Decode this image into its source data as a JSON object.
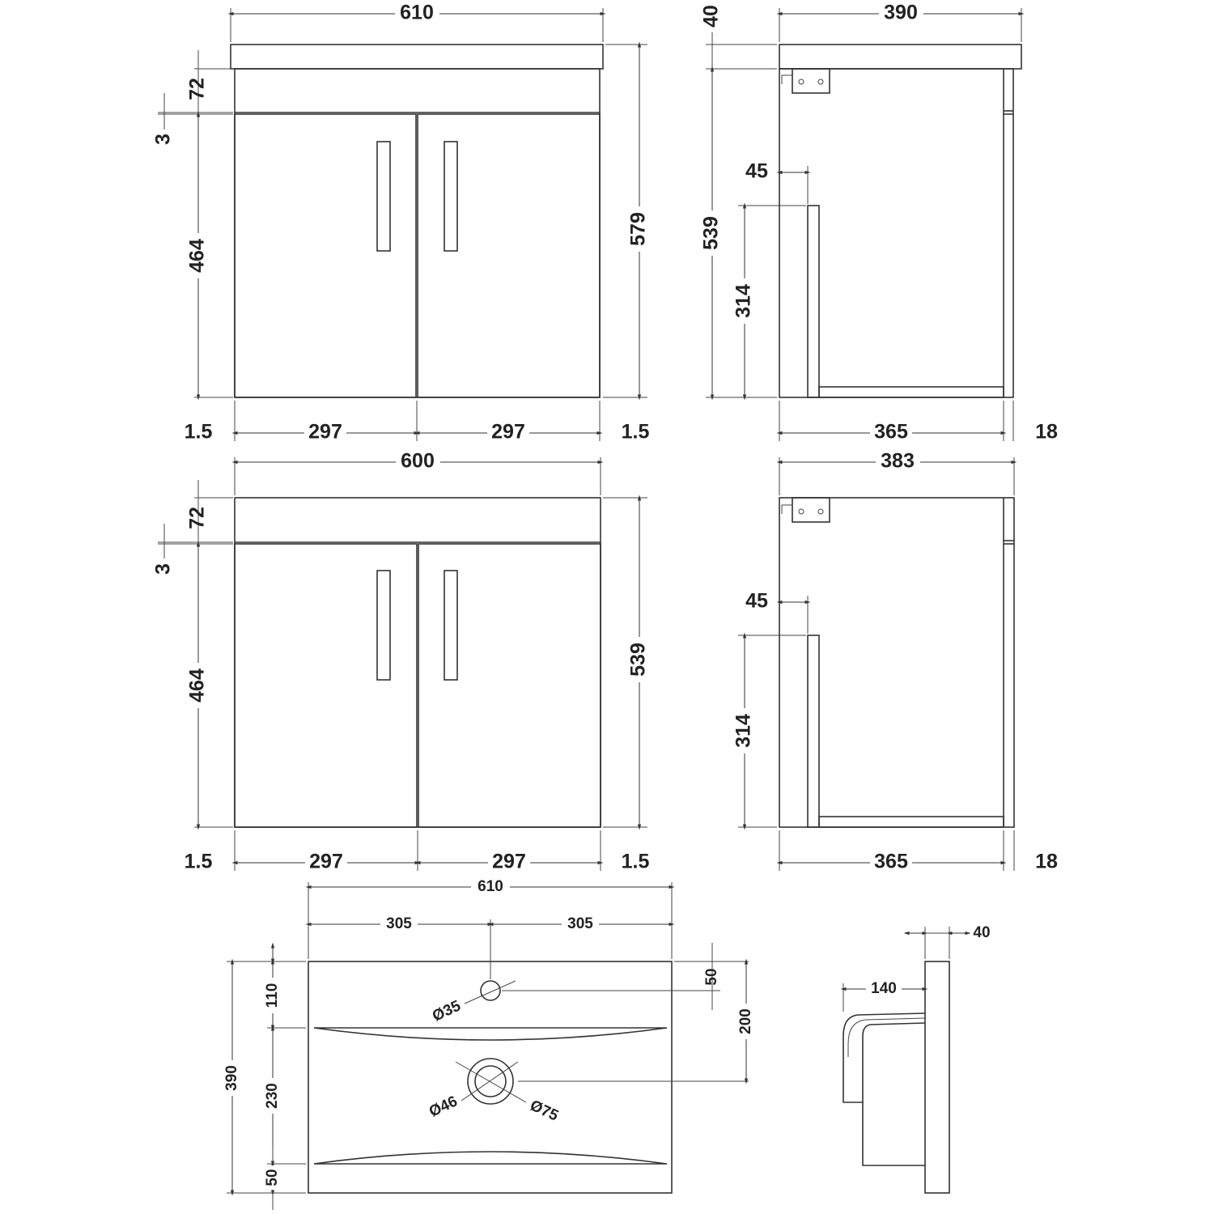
{
  "front_view_with_top": {
    "width": "610",
    "height": "579",
    "top_rail": "72",
    "gap": "3",
    "door_height": "464",
    "left_gap": "1.5",
    "door_left": "297",
    "door_right": "297",
    "right_gap": "1.5"
  },
  "side_view_with_top": {
    "depth": "390",
    "top_thickness": "40",
    "height": "539",
    "back_offset": "45",
    "back_height": "314",
    "body_depth": "365",
    "door_thickness": "18"
  },
  "front_view": {
    "width": "600",
    "height": "539",
    "top_rail": "72",
    "gap": "3",
    "door_height": "464",
    "left_gap": "1.5",
    "door_left": "297",
    "door_right": "297",
    "right_gap": "1.5"
  },
  "side_view": {
    "depth": "383",
    "back_offset": "45",
    "back_height": "314",
    "body_depth": "365",
    "door_thickness": "18"
  },
  "basin_plan": {
    "width": "610",
    "half_left": "305",
    "half_right": "305",
    "depth": "390",
    "to_bowl": "110",
    "bowl": "230",
    "front": "50",
    "tap_offset": "50",
    "waste_offset": "200",
    "tap_hole": "Ø35",
    "waste_inner": "Ø46",
    "waste_outer": "Ø75"
  },
  "basin_section": {
    "thickness": "40",
    "projection": "140"
  }
}
